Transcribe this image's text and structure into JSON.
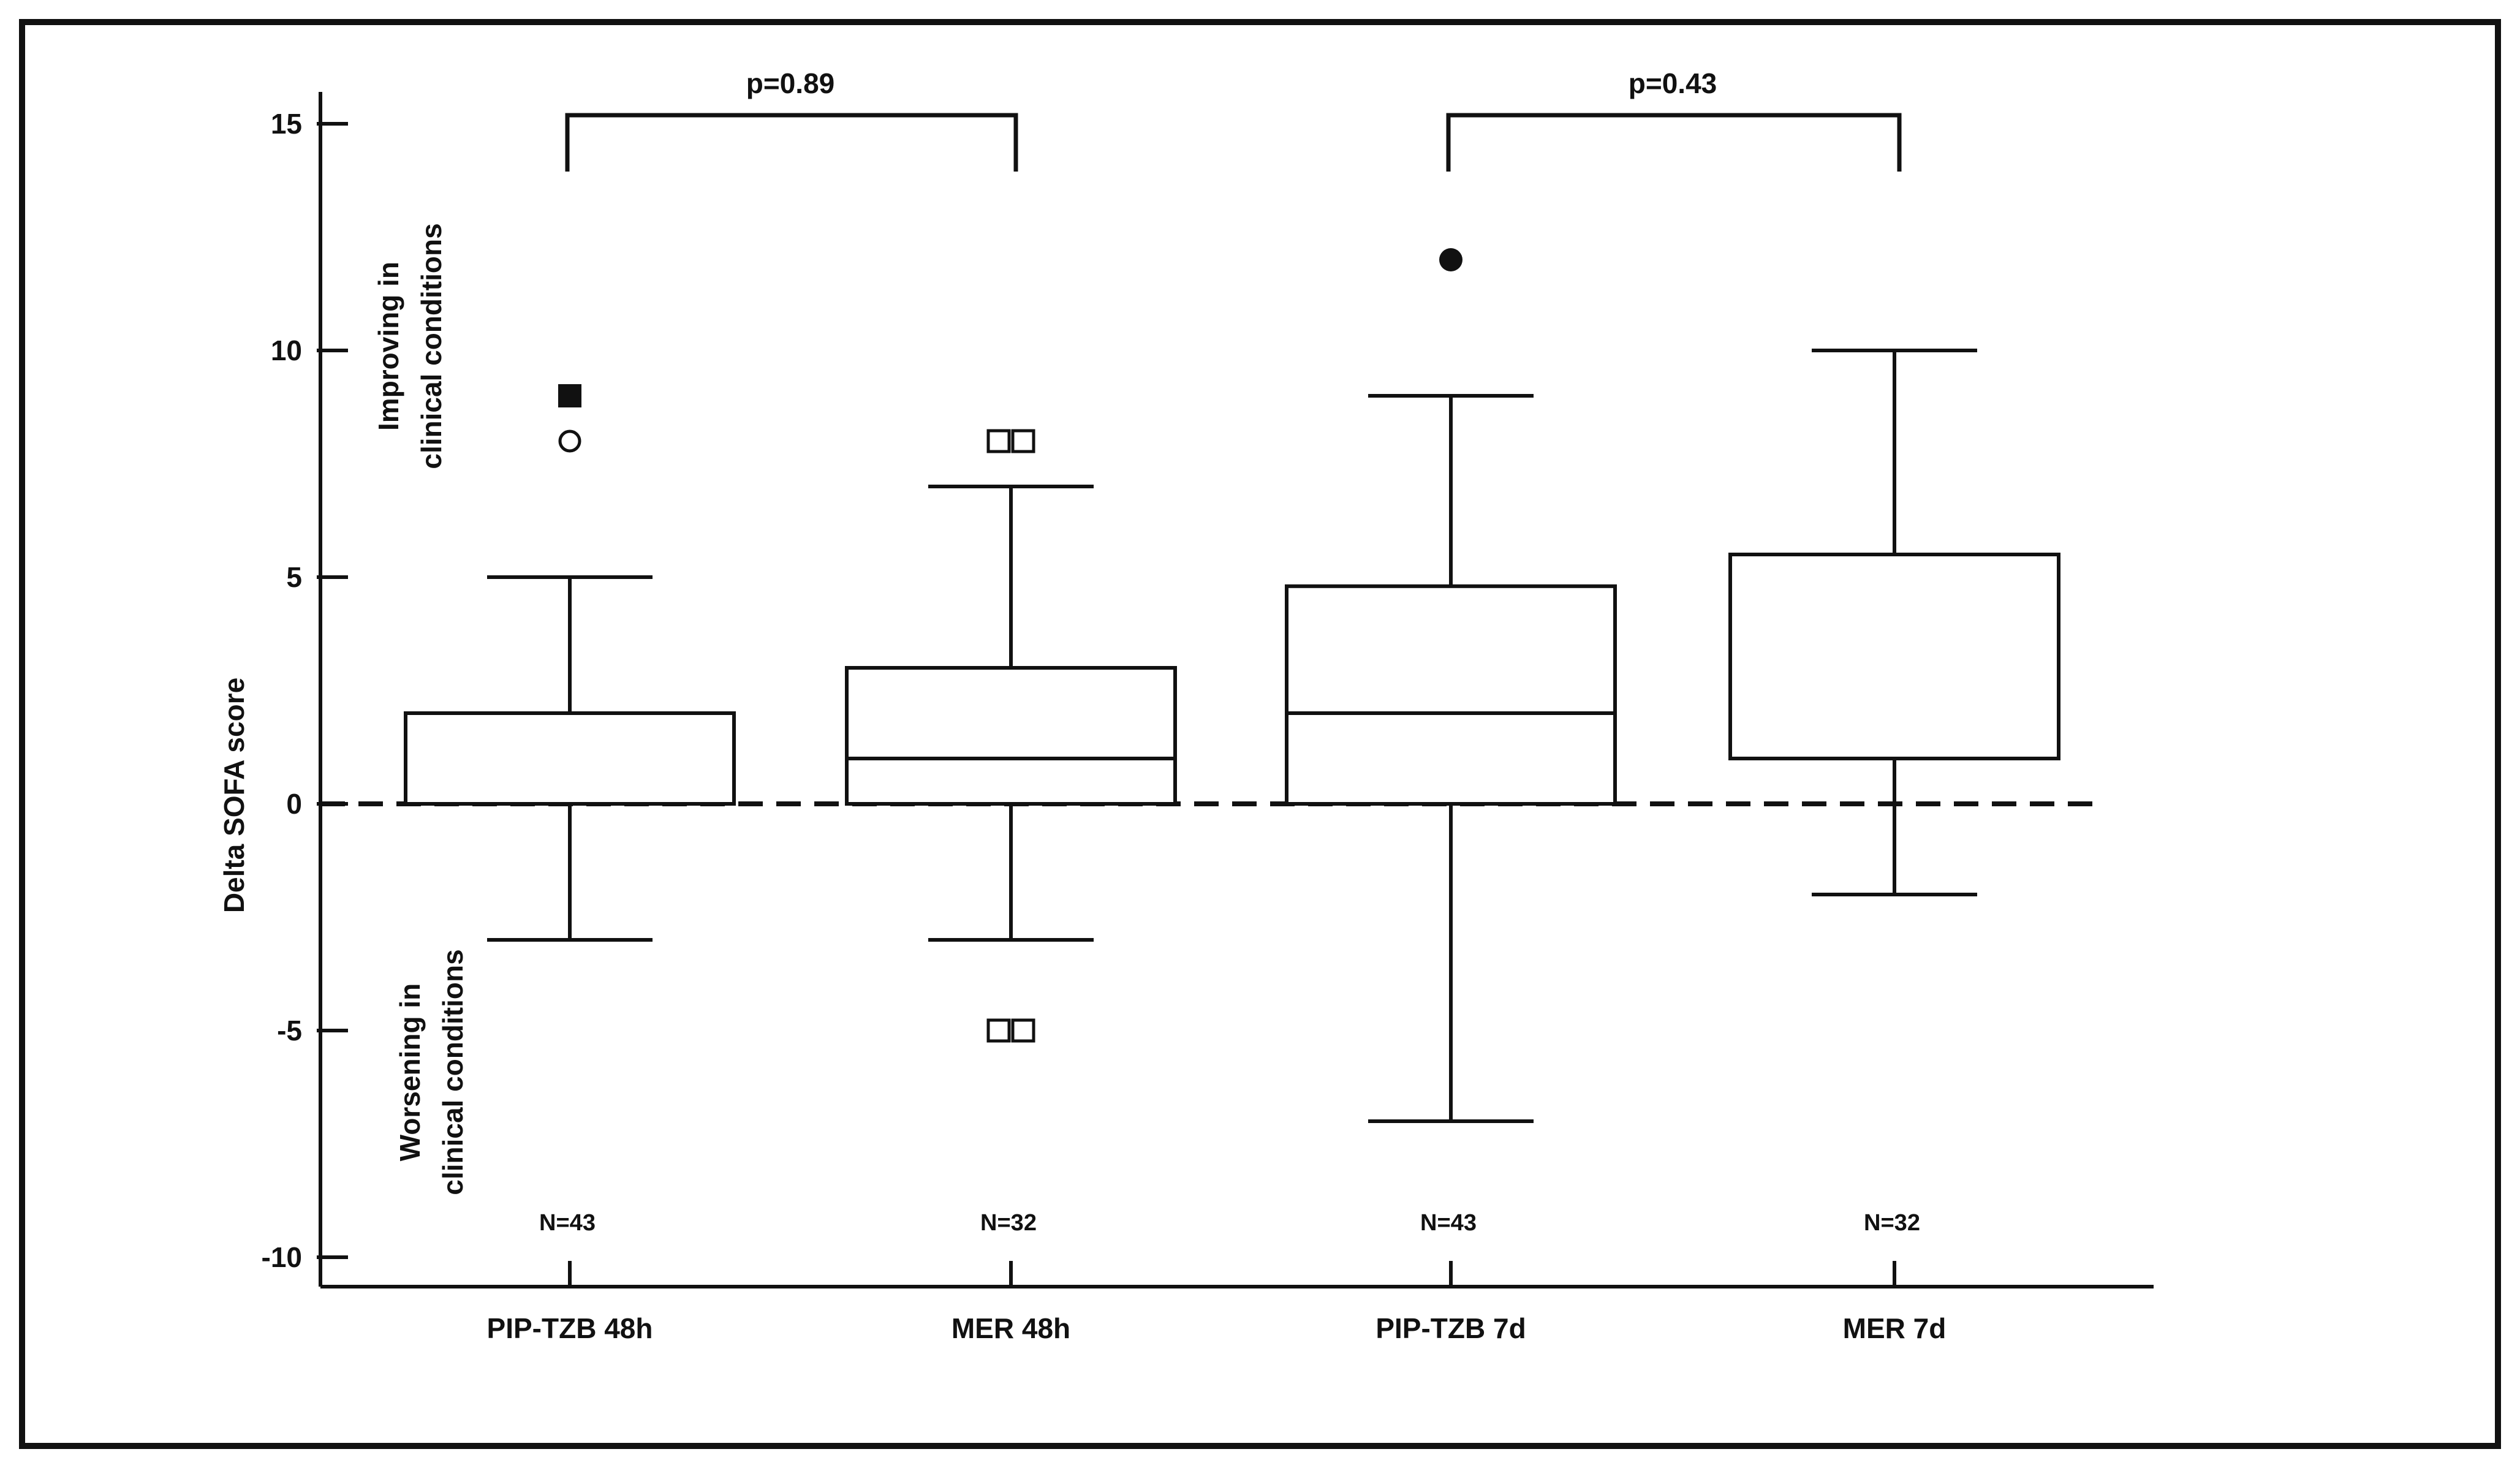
{
  "chart_data": {
    "type": "boxplot",
    "ylabel": "Delta SOFA score",
    "xlabel": "",
    "ylim": [
      -10.7,
      15.6
    ],
    "yticks": [
      15,
      10,
      5,
      0,
      -5,
      -10
    ],
    "reference_line": {
      "y": 0,
      "style": "dashed"
    },
    "categories": [
      "PIP-TZB 48h",
      "MER 48h",
      "PIP-TZB 7d",
      "MER 7d"
    ],
    "boxes": [
      {
        "name": "PIP-TZB 48h",
        "n_label": "N=43",
        "whisker_low": -3,
        "q1": 0,
        "median": 0,
        "q3": 2,
        "whisker_high": 5,
        "outliers": [
          {
            "y": 9,
            "marker": "square-filled",
            "count": 1
          },
          {
            "y": 8,
            "marker": "circle-open",
            "count": 1
          }
        ]
      },
      {
        "name": "MER 48h",
        "n_label": "N=32",
        "whisker_low": -3,
        "q1": 0,
        "median": 1,
        "q3": 3,
        "whisker_high": 7,
        "outliers": [
          {
            "y": 8,
            "marker": "square-open",
            "count": 2
          },
          {
            "y": -5,
            "marker": "square-open",
            "count": 2
          }
        ]
      },
      {
        "name": "PIP-TZB 7d",
        "n_label": "N=43",
        "whisker_low": -7,
        "q1": 0,
        "median": 2,
        "q3": 4.8,
        "whisker_high": 9,
        "outliers": [
          {
            "y": 12,
            "marker": "circle-filled",
            "count": 1
          }
        ]
      },
      {
        "name": "MER 7d",
        "n_label": "N=32",
        "whisker_low": -2,
        "q1": 1,
        "median": 1,
        "q3": 5.5,
        "whisker_high": 10,
        "outliers": []
      }
    ],
    "comparisons": [
      {
        "groups": [
          "PIP-TZB 48h",
          "MER 48h"
        ],
        "label": "p=0.89"
      },
      {
        "groups": [
          "PIP-TZB 7d",
          "MER 7d"
        ],
        "label": "p=0.43"
      }
    ],
    "annotations": [
      {
        "lines": [
          "Improving in",
          "clinical conditions"
        ]
      },
      {
        "lines": [
          "Worsening in",
          "clinical conditions"
        ]
      }
    ]
  }
}
